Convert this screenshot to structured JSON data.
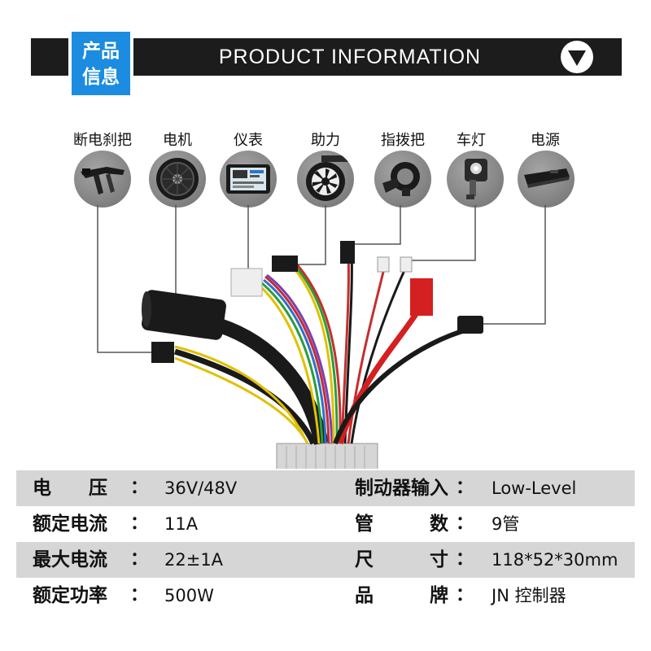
{
  "header": {
    "badge_line1": "产品",
    "badge_line2": "信息",
    "title": "PRODUCT INFORMATION",
    "accent_color": "#1b8ce0",
    "bar_color": "#1c1c1c"
  },
  "components": [
    {
      "label": "断电刹把",
      "icon": "brake-lever-icon"
    },
    {
      "label": "电机",
      "icon": "hub-motor-icon"
    },
    {
      "label": "仪表",
      "icon": "lcd-meter-icon"
    },
    {
      "label": "助力",
      "icon": "pas-sensor-icon"
    },
    {
      "label": "指拨把",
      "icon": "thumb-throttle-icon"
    },
    {
      "label": "车灯",
      "icon": "headlight-icon"
    },
    {
      "label": "电源",
      "icon": "battery-icon"
    }
  ],
  "specs": [
    {
      "left_key": "电　　压",
      "left_value": "36V/48V",
      "right_key": "制动器输入",
      "right_value": "Low-Level",
      "shaded": true
    },
    {
      "left_key": "额定电流",
      "left_value": "11A",
      "right_key": "管　　　数",
      "right_value": "9管",
      "shaded": false
    },
    {
      "left_key": "最大电流",
      "left_value": "22±1A",
      "right_key": "尺　　　寸",
      "right_value": "118*52*30mm",
      "shaded": true
    },
    {
      "left_key": "额定功率",
      "left_value": "500W",
      "right_key": "品　　　牌",
      "right_value": "JN 控制器",
      "shaded": false
    }
  ],
  "colon": "："
}
